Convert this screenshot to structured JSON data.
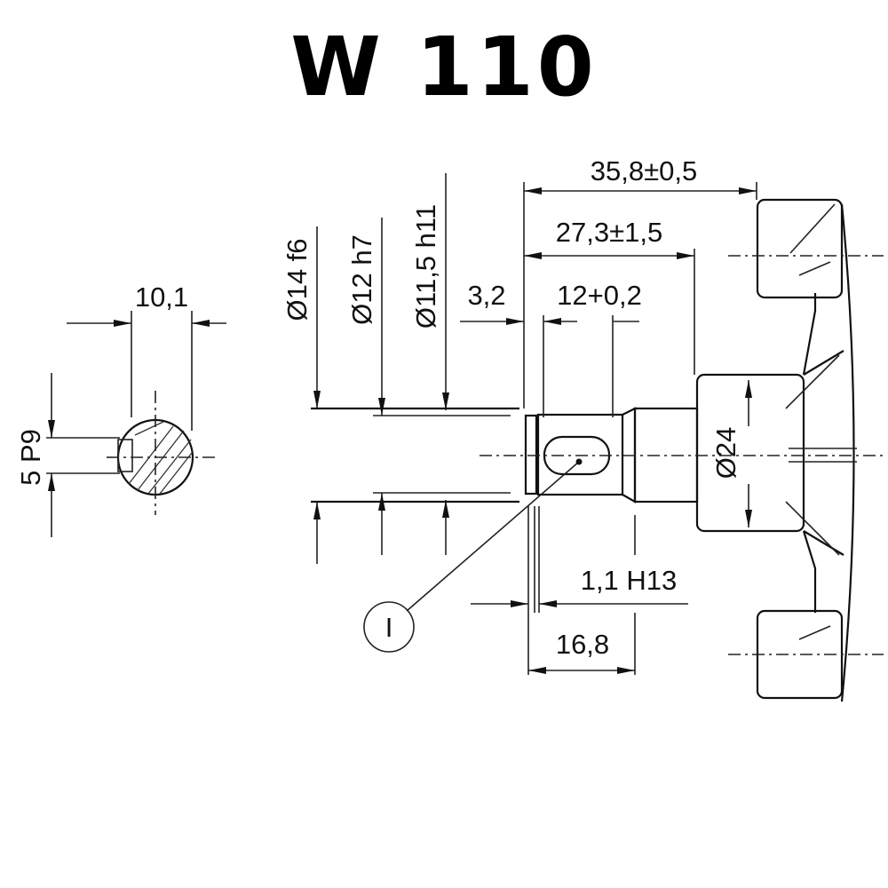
{
  "title": "W 110",
  "side_view": {
    "width_dim": "10,1",
    "key_dim": "5 P9"
  },
  "shaft": {
    "diameters": [
      "Ø14 f6",
      "Ø12 h7",
      "Ø11,5 h11"
    ],
    "hub_diameter": "Ø24",
    "lengths": {
      "overall": "35,8±0,5",
      "to_hub": "27,3±1,5",
      "groove_offset": "3,2",
      "slot": "12+0,2",
      "groove_width": "1,1 H13",
      "groove_to_neck": "16,8"
    },
    "detail_callout": "I"
  }
}
